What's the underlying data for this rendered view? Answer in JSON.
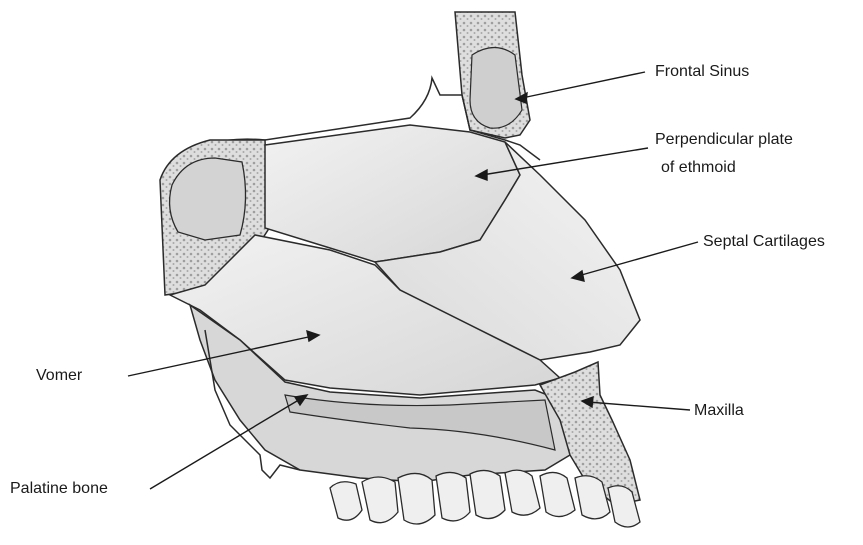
{
  "labels": {
    "frontal_sinus": "Frontal Sinus",
    "perpendicular_plate_line1": "Perpendicular plate",
    "perpendicular_plate_line2": "of ethmoid",
    "septal_cartilages": "Septal Cartilages",
    "vomer": "Vomer",
    "maxilla": "Maxilla",
    "palatine_bone": "Palatine bone"
  },
  "colors": {
    "line": "#2b2b2b",
    "bone_fill": "#e4e4e4",
    "bone_light": "#efefef",
    "spongy": "#cfcfcf",
    "shadow": "#bdbdbd"
  }
}
